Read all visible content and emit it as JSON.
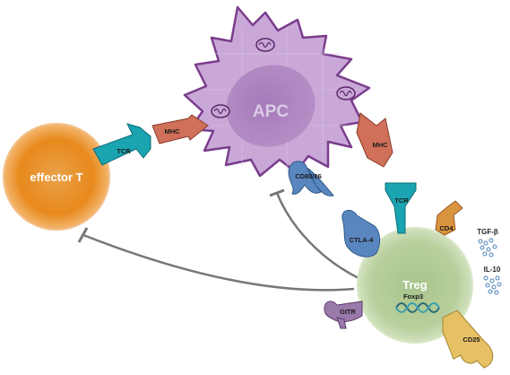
{
  "cells": {
    "apc": "APC",
    "effector": "effector T",
    "treg": "Treg"
  },
  "labels": {
    "foxp3": "Foxp3",
    "tcr_effector": "TCR",
    "mhc_left": "MHC",
    "mhc_right": "MHC",
    "cd80_86": "CD80/86",
    "tcr_treg": "TCR",
    "ctla4": "CTLA-4",
    "cd4": "CD4",
    "gitr": "GITR",
    "cd25": "CD25"
  },
  "cytokines": {
    "tgfb": "TGF-β",
    "il10": "IL-10"
  },
  "colors": {
    "apc_fill": "#c9a8d8",
    "apc_outline": "#7a3d8c",
    "effector_fill": "#e8891c",
    "treg_fill": "#b8cf9c",
    "tcr": "#1aa3b0",
    "mhc": "#d0705a",
    "cd80": "#5a86c0",
    "cd4": "#d99440",
    "gitr": "#9a7aaa",
    "cd25": "#e6c064",
    "inhibition": "#777777"
  }
}
